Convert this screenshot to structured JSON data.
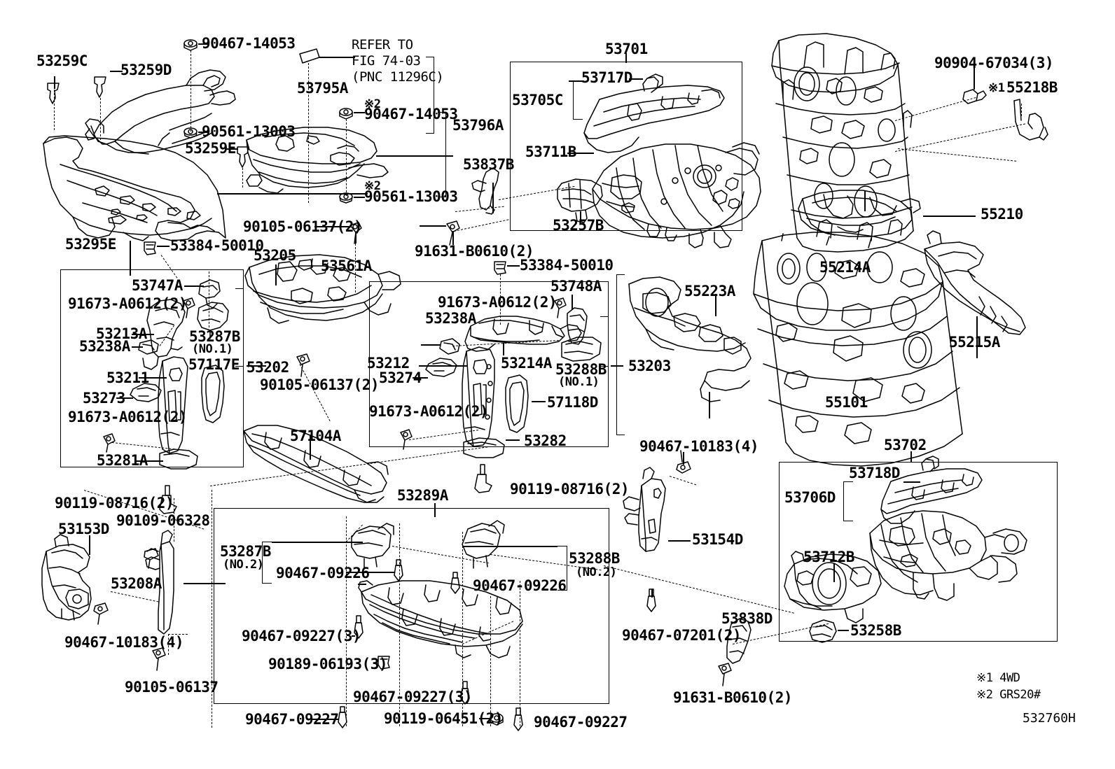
{
  "diagram": {
    "code": "532760H",
    "notes": [
      "※1 4WD",
      "※2 GRS20#"
    ],
    "refer_to": [
      "REFER TO",
      "FIG 74-03",
      "(PNC 11296C)"
    ]
  },
  "labels": {
    "l53259C": "53259C",
    "l53259D": "53259D",
    "l53259E": "53259E",
    "l90467_14053_a": "90467-14053",
    "l90561_13003_a": "90561-13003",
    "l53795A": "53795A",
    "l53796A": "53796A",
    "l90467_14053_b": "90467-14053",
    "l90561_13003_b": "90561-13003",
    "m2a": "※2",
    "m2b": "※2",
    "m1": "※1",
    "l53295E": "53295E",
    "l53837B": "53837B",
    "l91631_B0610_a": "91631-B0610(2)",
    "l53701": "53701",
    "l53717D": "53717D",
    "l53705C": "53705C",
    "l53711B": "53711B",
    "l53257B": "53257B",
    "l90904_67034": "90904-67034(3)",
    "l55218B": "55218B",
    "l55210": "55210",
    "l55214A": "55214A",
    "l55223A": "55223A",
    "l55215A": "55215A",
    "l55101": "55101",
    "l53384_50010_a": "53384-50010",
    "l53384_50010_b": "53384-50010",
    "l90105_06137_2a": "90105-06137(2)",
    "l90105_06137_2b": "90105-06137(2)",
    "l53205": "53205",
    "l53561A": "53561A",
    "l53747A": "53747A",
    "l91673_A0612_a": "91673-A0612(2)",
    "l91673_A0612_b": "91673-A0612(2)",
    "l91673_A0612_c": "91673-A0612(2)",
    "l91673_A0612_d": "91673-A0612(2)",
    "l53213A": "53213A",
    "l53238A_left": "53238A",
    "l53238A_mid": "53238A",
    "l53287B_no1": "53287B",
    "l53287B_no1_sub": "(NO.1)",
    "l53211": "53211",
    "l57117E": "57117E",
    "l53273": "53273",
    "l53281A": "53281A",
    "l53202": "53202",
    "l53203": "53203",
    "l53748A": "53748A",
    "l53212": "53212",
    "l53214A": "53214A",
    "l53274": "53274",
    "l53288B_no1": "53288B",
    "l53288B_no1_sub": "(NO.1)",
    "l57118D": "57118D",
    "l53282": "53282",
    "l57104A": "57104A",
    "l53289A": "53289A",
    "l90119_08716_a": "90119-08716(2)",
    "l90119_08716_b": "90119-08716(2)",
    "l90109_06328": "90109-06328",
    "l53153D": "53153D",
    "l53208A": "53208A",
    "l90467_10183_4a": "90467-10183(4)",
    "l90467_10183_4b": "90467-10183(4)",
    "l90105_06137": "90105-06137",
    "l53287B_no2": "53287B",
    "l53287B_no2_sub": "(NO.2)",
    "l53288B_no2": "53288B",
    "l53288B_no2_sub": "(NO.2)",
    "l90467_09226_a": "90467-09226",
    "l90467_09226_b": "90467-09226",
    "l90467_09227_3a": "90467-09227(3)",
    "l90467_09227_3b": "90467-09227(3)",
    "l90189_06193_3": "90189-06193(3)",
    "l90467_09227_a": "90467-09227",
    "l90467_09227_b": "90467-09227",
    "l90119_06451_2": "90119-06451(2)",
    "l53154D": "53154D",
    "l90467_07201_2": "90467-07201(2)",
    "l53838D": "53838D",
    "l91631_B0610_b": "91631-B0610(2)",
    "l53702": "53702",
    "l53718D": "53718D",
    "l53706D": "53706D",
    "l53712B": "53712B",
    "l53258B": "53258B"
  }
}
